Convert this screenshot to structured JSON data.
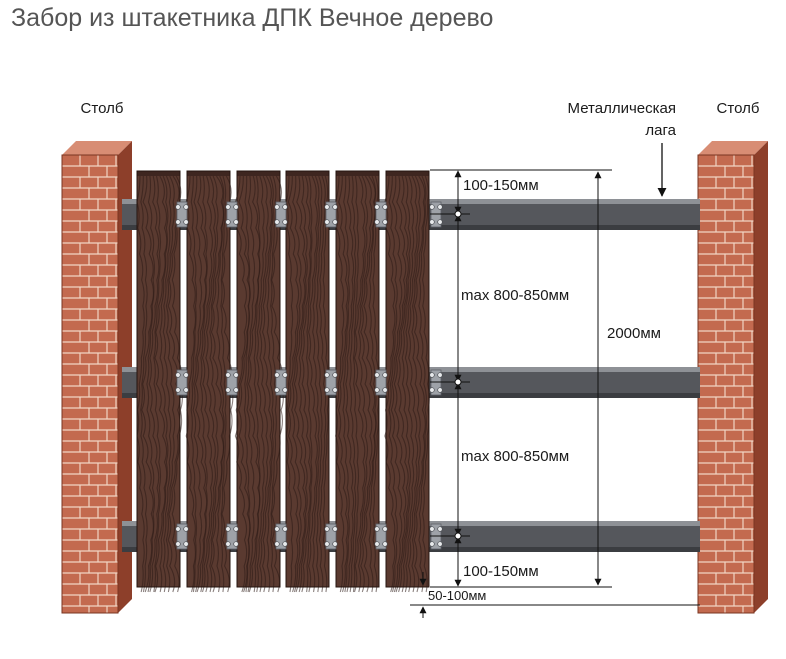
{
  "title": "Забор из штакетника ДПК Вечное дерево",
  "labels": {
    "post_left": "Столб",
    "post_right": "Столб",
    "rail_line1": "Металлическая",
    "rail_line2": "лага"
  },
  "dimensions": {
    "top_gap": "100-150мм",
    "span_upper": "max 800-850мм",
    "span_lower": "max 800-850мм",
    "bottom_gap": "100-150мм",
    "total_height": "2000мм",
    "ground_gap": "50-100мм"
  },
  "colors": {
    "brick": "#c36a4f",
    "brick_shade": "#8d3f2a",
    "mortar": "#f1d5c4",
    "wood": "#5a3a30",
    "wood_grain": "#2c1a15",
    "rail": "#55575c",
    "bracket": "#9ea2a8"
  }
}
